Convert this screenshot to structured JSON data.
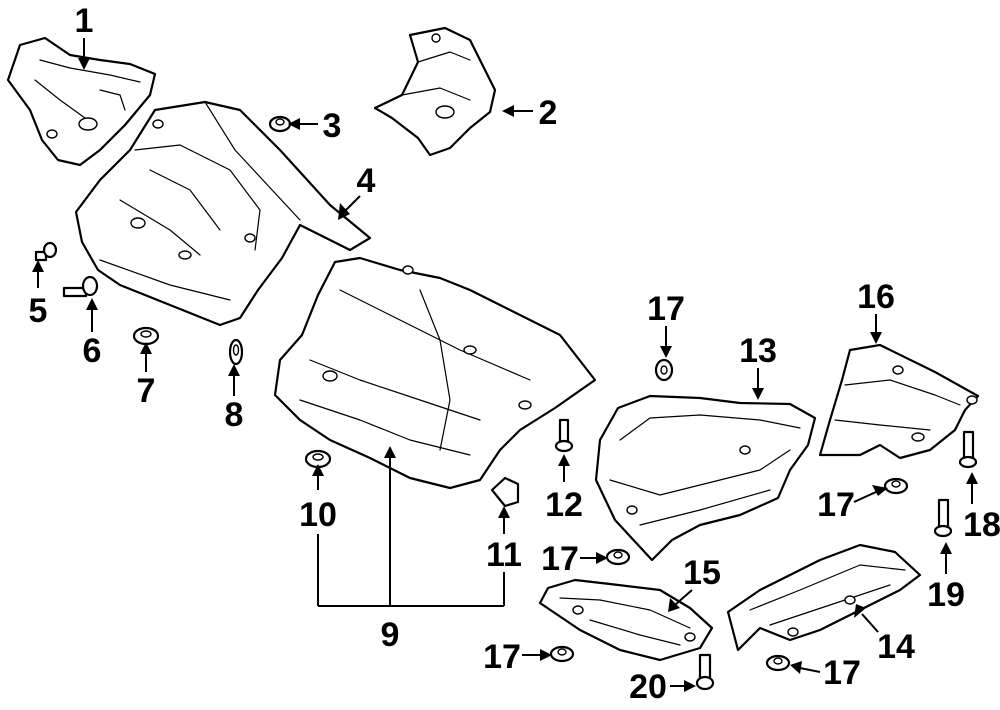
{
  "callouts": [
    {
      "id": "c1",
      "label": "1"
    },
    {
      "id": "c2",
      "label": "2"
    },
    {
      "id": "c3",
      "label": "3"
    },
    {
      "id": "c4",
      "label": "4"
    },
    {
      "id": "c5",
      "label": "5"
    },
    {
      "id": "c6",
      "label": "6"
    },
    {
      "id": "c7",
      "label": "7"
    },
    {
      "id": "c8",
      "label": "8"
    },
    {
      "id": "c9",
      "label": "9"
    },
    {
      "id": "c10",
      "label": "10"
    },
    {
      "id": "c11",
      "label": "11"
    },
    {
      "id": "c12",
      "label": "12"
    },
    {
      "id": "c13",
      "label": "13"
    },
    {
      "id": "c14",
      "label": "14"
    },
    {
      "id": "c15",
      "label": "15"
    },
    {
      "id": "c16",
      "label": "16"
    },
    {
      "id": "c17a",
      "label": "17"
    },
    {
      "id": "c17b",
      "label": "17"
    },
    {
      "id": "c17c",
      "label": "17"
    },
    {
      "id": "c17d",
      "label": "17"
    },
    {
      "id": "c17e",
      "label": "17"
    },
    {
      "id": "c18",
      "label": "18"
    },
    {
      "id": "c19",
      "label": "19"
    },
    {
      "id": "c20",
      "label": "20"
    }
  ],
  "colors": {
    "line": "#000000",
    "background": "#ffffff"
  }
}
